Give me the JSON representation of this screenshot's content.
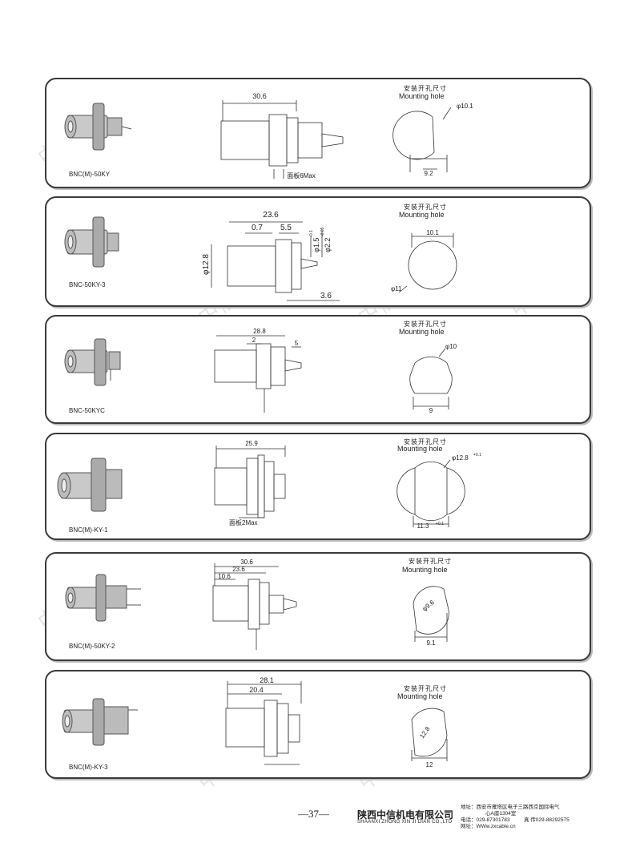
{
  "page_number": "—37—",
  "company": {
    "name_cn": "陕西中信机电有限公司",
    "name_en": "SHAANXI ZHONG XIN JI DIAN CO.,LTD",
    "address_line1": "地址：西安市雁塔区电子三路西京国际电气",
    "address_line2": "心A座1304室",
    "phone": "电话：029-87301783",
    "fax": "真   传029-88292575",
    "web": "网址：WWw.zxcable.cn"
  },
  "watermark": "中信机电",
  "mounting_label_cn": "安装开孔尺寸",
  "mounting_label_en": "Mounting hole",
  "products": [
    {
      "model": "BNC(M)-50KY",
      "dims": {
        "length": "30.6",
        "panel": "面板6Max"
      },
      "hole": {
        "diameter": "φ10.1",
        "flat": "9.2"
      }
    },
    {
      "model": "BNC-50KY-3",
      "dims": {
        "length": "23.6",
        "d1": "0.7",
        "d2": "5.5",
        "dia_body": "φ12.8",
        "pin1": "φ1.5",
        "pin1_tol": "+0.1",
        "pin2": "φ2.2",
        "pin2_tol": "-0.05",
        "tail": "3.6"
      },
      "hole": {
        "width": "10.1",
        "diameter": "φ11"
      }
    },
    {
      "model": "BNC-50KYC",
      "dims": {
        "length": "28.8",
        "d1": "2",
        "d2": "5"
      },
      "hole": {
        "diameter": "φ10",
        "flat": "9"
      }
    },
    {
      "model": "BNC(M)-KY-1",
      "dims": {
        "length": "25.9",
        "panel": "面板2Max"
      },
      "hole": {
        "diameter": "φ12.8",
        "diameter_tol": "+0.1",
        "flat": "11.3",
        "flat_tol": "+0.1"
      }
    },
    {
      "model": "BNC(M)-50KY-2",
      "dims": {
        "length": "30.6",
        "d1": "23.6",
        "d2": "10.6"
      },
      "hole": {
        "diameter": "φ9.6",
        "flat": "9.1"
      }
    },
    {
      "model": "BNC(M)-KY-3",
      "dims": {
        "length": "28.1",
        "d1": "20.4"
      },
      "hole": {
        "diameter": "12.8",
        "flat": "12"
      }
    }
  ]
}
